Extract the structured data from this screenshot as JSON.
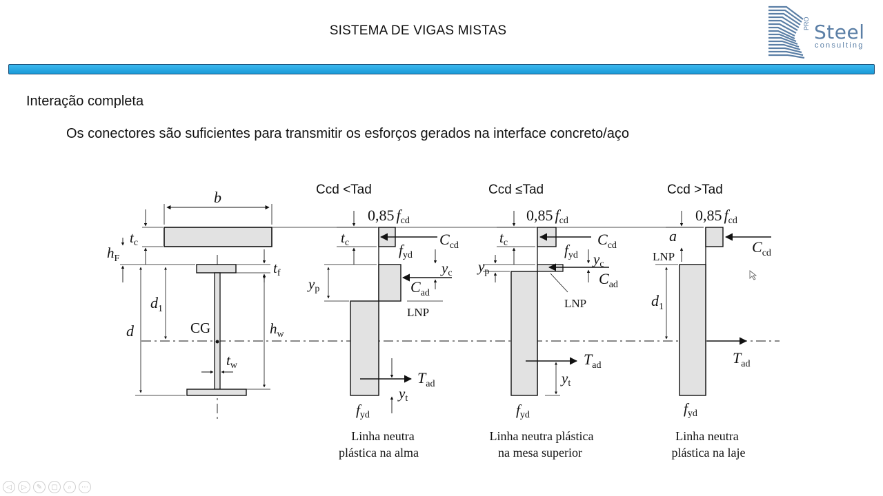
{
  "slide": {
    "title": "SISTEMA DE VIGAS MISTAS",
    "heading": "Interação completa",
    "description": "Os conectores são suficientes para transmitir os esforços gerados na interface concreto/aço"
  },
  "logo": {
    "prefix": "PRO",
    "name": "Steel",
    "tagline": "consulting"
  },
  "colors": {
    "accent_bar": "#1a9ad8",
    "logo": "#5b7fa6",
    "fill": "#e2e2e2"
  },
  "section": {
    "b": "b",
    "tc": "t",
    "tc_sub": "c",
    "hf": "h",
    "hf_sub": "F",
    "tf": "t",
    "tf_sub": "f",
    "d1": "d",
    "d1_sub": "1",
    "cg": "CG",
    "d": "d",
    "hw": "h",
    "hw_sub": "w",
    "tw": "t",
    "tw_sub": "w"
  },
  "cases": [
    {
      "condition": "Ccd <Tad",
      "stress": "0,85",
      "stress_f": "f",
      "stress_sub": "cd",
      "tc": "t",
      "tc_sub": "c",
      "ccd": "C",
      "ccd_sub": "cd",
      "fyd_top": "f",
      "fyd_top_sub": "yd",
      "yc": "y",
      "yc_sub": "c",
      "yp": "y",
      "yp_sub": "p",
      "cad": "C",
      "cad_sub": "ad",
      "lnp": "LNP",
      "tad": "T",
      "tad_sub": "ad",
      "yt": "y",
      "yt_sub": "t",
      "fyd_bottom": "f",
      "fyd_bottom_sub": "yd",
      "caption": [
        "Linha neutra",
        "plástica na alma"
      ]
    },
    {
      "condition": "Ccd ≤Tad",
      "stress": "0,85",
      "stress_f": "f",
      "stress_sub": "cd",
      "tc": "t",
      "tc_sub": "c",
      "ccd": "C",
      "ccd_sub": "cd",
      "fyd_top": "f",
      "fyd_top_sub": "yd",
      "yc": "y",
      "yc_sub": "c",
      "yp": "y",
      "yp_sub": "p",
      "cad": "C",
      "cad_sub": "ad",
      "lnp": "LNP",
      "tad": "T",
      "tad_sub": "ad",
      "yt": "y",
      "yt_sub": "t",
      "fyd_bottom": "f",
      "fyd_bottom_sub": "yd",
      "caption": [
        "Linha neutra plástica",
        "na mesa superior"
      ]
    },
    {
      "condition": "Ccd >Tad",
      "stress": "0,85",
      "stress_f": "f",
      "stress_sub": "cd",
      "a": "a",
      "ccd": "C",
      "ccd_sub": "cd",
      "lnp": "LNP",
      "d1": "d",
      "d1_sub": "1",
      "tad": "T",
      "tad_sub": "ad",
      "fyd_bottom": "f",
      "fyd_bottom_sub": "yd",
      "caption": [
        "Linha neutra",
        "plástica na laje"
      ]
    }
  ],
  "toolbar": {
    "icons": [
      "◁",
      "▷",
      "✎",
      "▢",
      "⌕",
      "⋯"
    ]
  }
}
